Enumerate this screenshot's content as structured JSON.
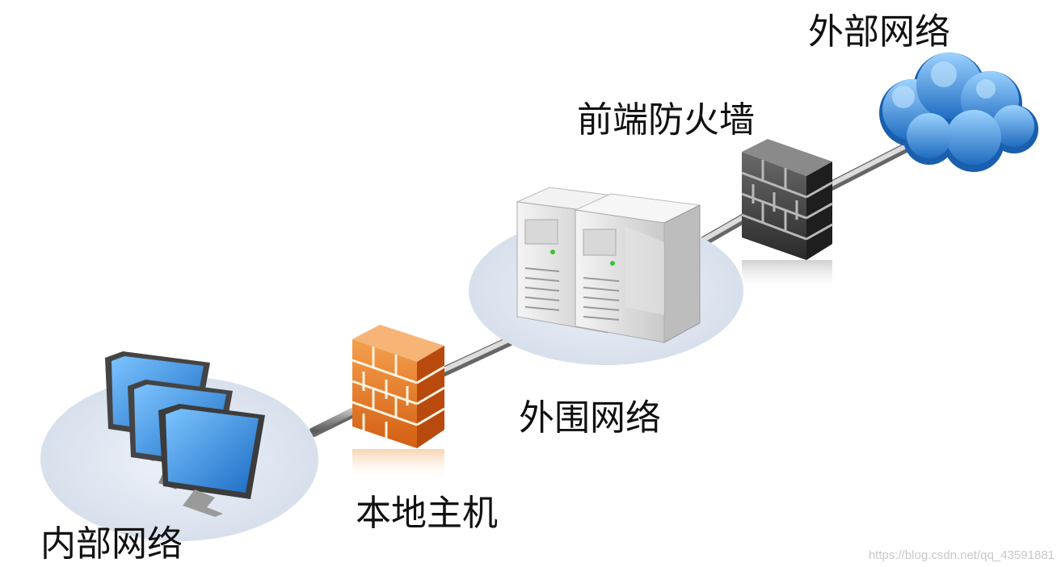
{
  "labels": {
    "internal_network": "内部网络",
    "local_host": "本地主机",
    "perimeter_network": "外围网络",
    "front_firewall": "前端防火墙",
    "external_network": "外部网络"
  },
  "watermark": "https://blog.csdn.net/qq_43591881",
  "icons": {
    "internal": "desktop-computers-icon",
    "local": "firewall-orange-icon",
    "perimeter": "servers-icon",
    "front": "firewall-dark-icon",
    "external": "cloud-icon"
  },
  "colors": {
    "firewall_orange": "#e8782a",
    "firewall_dark": "#3a3a3a",
    "cloud_blue": "#2a7fd0",
    "ellipse": "#dfe6f2",
    "monitor_screen": "#2e8de0"
  }
}
